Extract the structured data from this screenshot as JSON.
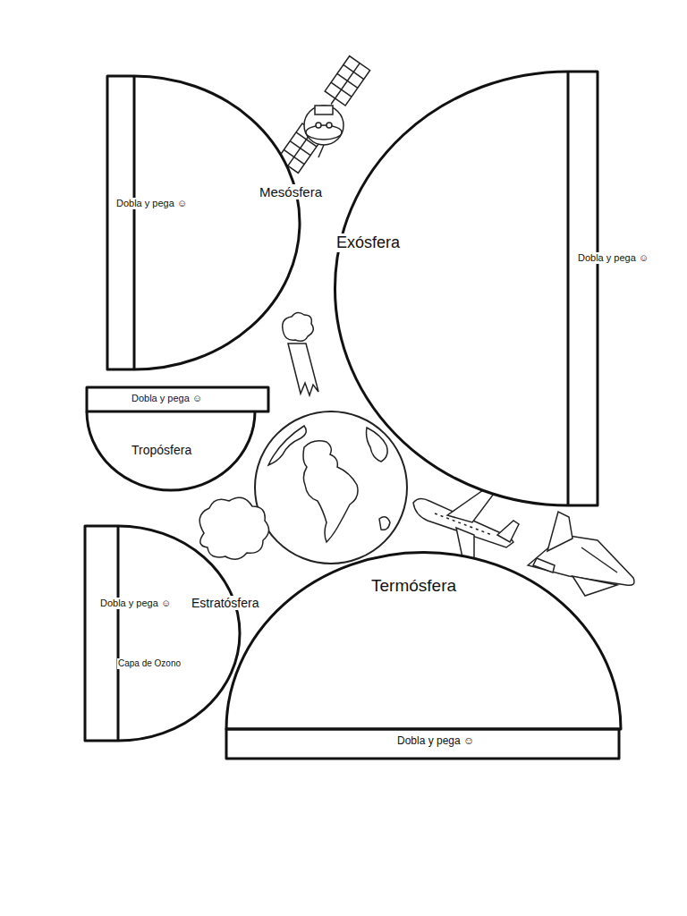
{
  "diagram": {
    "nodes": [
      {
        "text": [
          "Dobla y pega ☺",
          "Mesósfera"
        ]
      },
      {
        "text": [
          "Exósfera",
          "Dobla y pega ☺"
        ]
      },
      {
        "text": [
          "Dobla y pega ☺",
          "Tropósfera"
        ]
      },
      {
        "text": [
          "Dobla y pega ☺",
          "Estratósfera",
          "Capa de Ozono"
        ]
      },
      {
        "text": [
          "Termósfera",
          "Dobla y pega ☺"
        ]
      }
    ]
  }
}
